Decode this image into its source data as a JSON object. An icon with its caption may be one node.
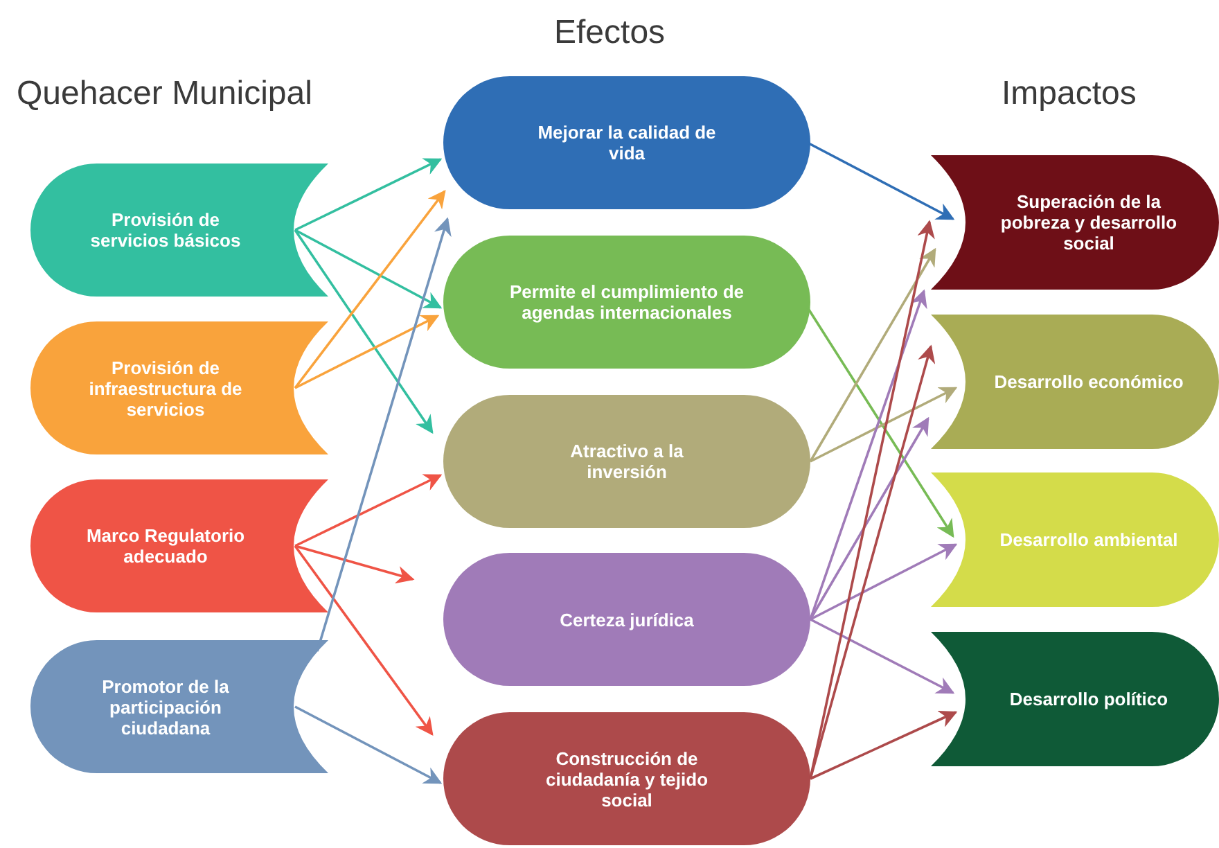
{
  "diagram": {
    "title": "Efectos",
    "nodes": [
      {
        "text": [
          "Provisión de servicios básicos"
        ]
      },
      {
        "text": [
          "Provisión de infraestructura de servicios"
        ]
      },
      {
        "text": [
          "Marco Regulatorio adecuado"
        ]
      },
      {
        "text": [
          "Promotor de la participación ciudadana"
        ]
      },
      {
        "text": [
          "Mejorar la calidad de vida"
        ]
      },
      {
        "text": [
          "Permite el cumplimiento de agendas internacionales"
        ]
      },
      {
        "text": [
          "Atractivo  a la inversión"
        ]
      },
      {
        "text": [
          "Certeza jurídica"
        ]
      },
      {
        "text": [
          "Construcción de ciudadanía y tejido social"
        ]
      },
      {
        "text": [
          "Superación de la pobreza y desarrollo social"
        ]
      },
      {
        "text": [
          "Desarrollo económico"
        ]
      },
      {
        "text": [
          "Desarrollo ambiental"
        ]
      },
      {
        "text": [
          "Desarrollo político"
        ]
      }
    ],
    "edges": [
      {
        "from": 0,
        "to": 4,
        "arrow": "to",
        "color": "#33bfa0"
      },
      {
        "from": 0,
        "to": 5,
        "arrow": "to",
        "color": "#33bfa0"
      },
      {
        "from": 0,
        "to": 6,
        "arrow": "to",
        "color": "#33bfa0"
      },
      {
        "from": 1,
        "to": 4,
        "arrow": "to",
        "color": "#f9a33c"
      },
      {
        "from": 1,
        "to": 5,
        "arrow": "to",
        "color": "#f9a33c"
      },
      {
        "from": 2,
        "to": 6,
        "arrow": "to",
        "color": "#ef5446"
      },
      {
        "from": 2,
        "to": 7,
        "arrow": "to",
        "color": "#ef5446"
      },
      {
        "from": 2,
        "to": 8,
        "arrow": "to",
        "color": "#ef5446"
      },
      {
        "from": 3,
        "to": 4,
        "arrow": "to",
        "color": "#7394bb"
      },
      {
        "from": 3,
        "to": 8,
        "arrow": "to",
        "color": "#7394bb"
      },
      {
        "from": 4,
        "to": 9,
        "arrow": "to",
        "color": "#2f6eb5"
      },
      {
        "from": 5,
        "to": 11,
        "arrow": "to",
        "color": "#77bb55"
      },
      {
        "from": 6,
        "to": 9,
        "arrow": "to",
        "color": "#b1ab7a"
      },
      {
        "from": 6,
        "to": 10,
        "arrow": "to",
        "color": "#b1ab7a"
      },
      {
        "from": 7,
        "to": 9,
        "arrow": "to",
        "color": "#a07bb8"
      },
      {
        "from": 7,
        "to": 10,
        "arrow": "to",
        "color": "#a07bb8"
      },
      {
        "from": 7,
        "to": 11,
        "arrow": "to",
        "color": "#a07bb8"
      },
      {
        "from": 7,
        "to": 12,
        "arrow": "to",
        "color": "#a07bb8"
      },
      {
        "from": 8,
        "to": 9,
        "arrow": "to",
        "color": "#ad4a4b"
      },
      {
        "from": 8,
        "to": 10,
        "arrow": "to",
        "color": "#ad4a4b"
      },
      {
        "from": 8,
        "to": 12,
        "arrow": "to",
        "color": "#ad4a4b"
      }
    ],
    "labels": [
      "Quehacer Municipal",
      "Impactos"
    ]
  }
}
